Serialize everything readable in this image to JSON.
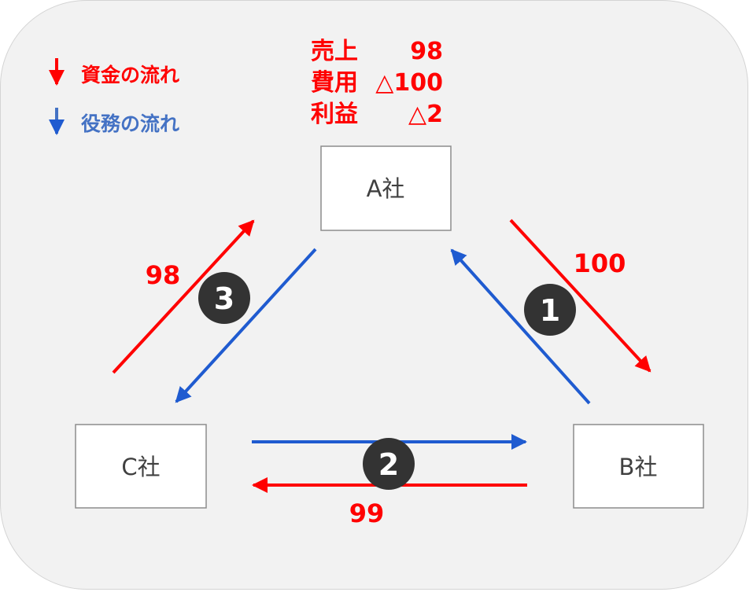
{
  "colors": {
    "money": "#ff0000",
    "service": "#1f5bd0",
    "legend_service_text": "#4472c4",
    "step_badge": "#333333",
    "box_border": "#8c8c8c",
    "box_fill": "#ffffff",
    "panel_fill": "#f2f2f2"
  },
  "legend": {
    "money_label": "資金の流れ",
    "service_label": "役務の流れ"
  },
  "summary": {
    "rows": [
      {
        "label": "売上",
        "value": "98"
      },
      {
        "label": "費用",
        "value": "△100"
      },
      {
        "label": "利益",
        "value": "△2"
      }
    ]
  },
  "companies": {
    "a": "A社",
    "b": "B社",
    "c": "C社"
  },
  "flows": {
    "amount_a_to_b": "100",
    "amount_b_to_c": "99",
    "amount_c_to_a": "98"
  },
  "steps": {
    "step1": "1",
    "step2": "2",
    "step3": "3"
  }
}
